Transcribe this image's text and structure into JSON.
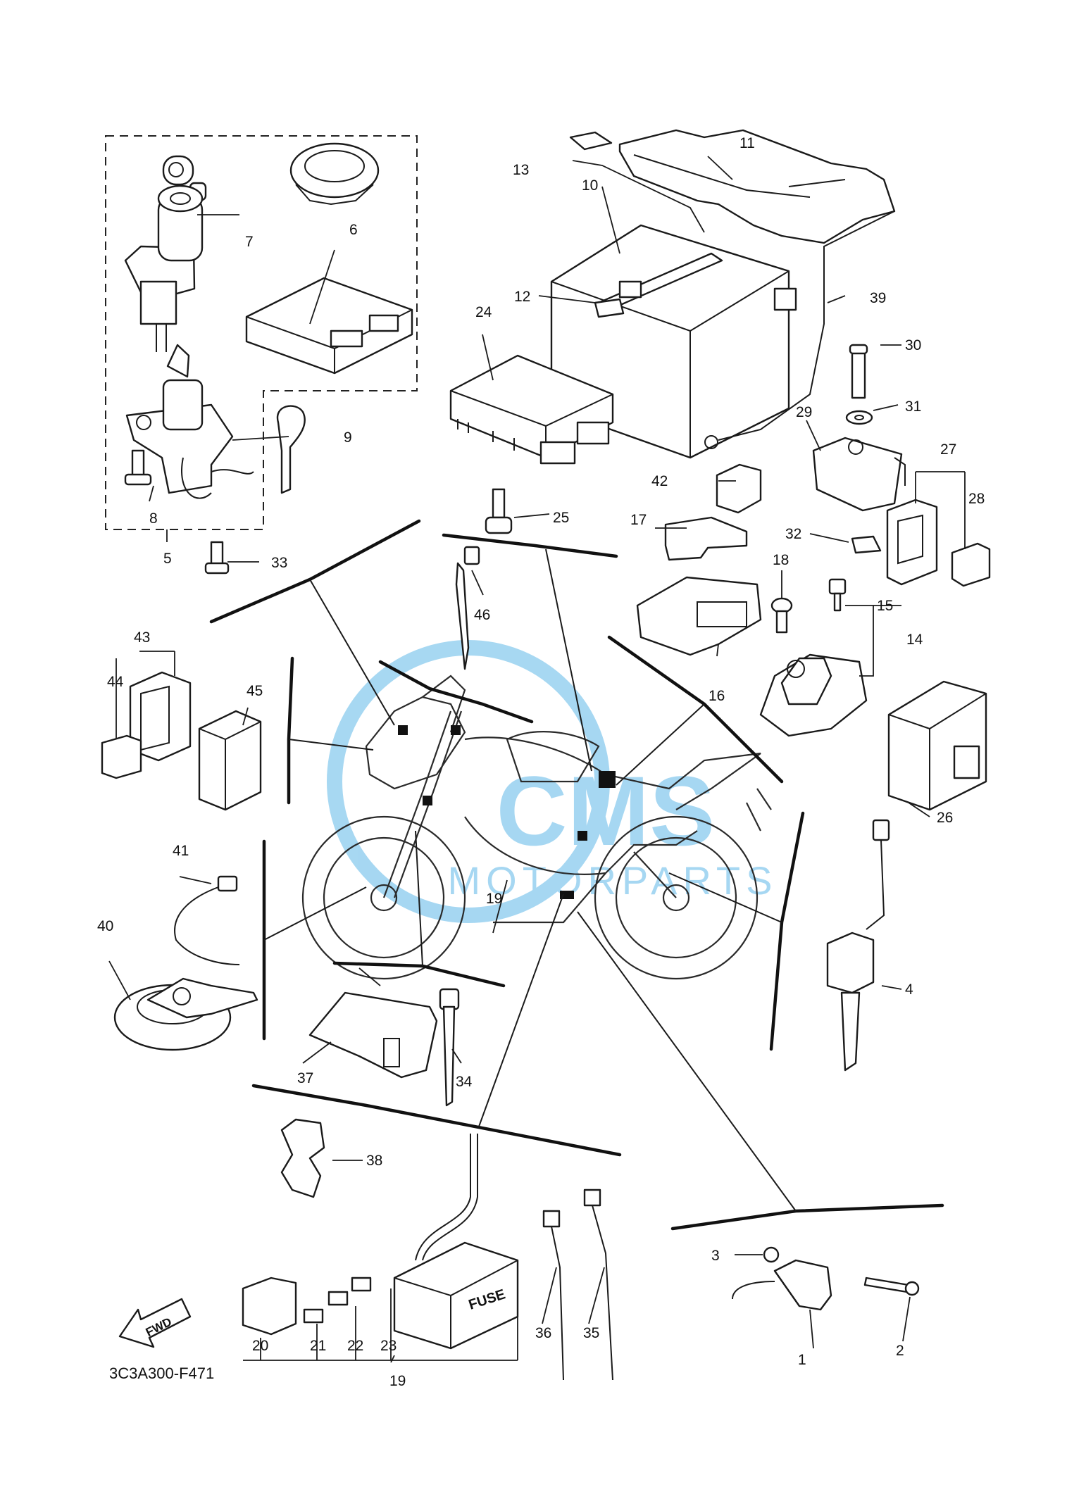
{
  "diagram": {
    "code": "3C3A300-F471",
    "fwd_label": "FWD",
    "fuse_label": "FUSE",
    "watermark": {
      "line1": "CMS",
      "line2": "MOTORPARTS",
      "color": "#5fb8e8"
    },
    "part_numbers": [
      "1",
      "2",
      "3",
      "4",
      "5",
      "6",
      "7",
      "8",
      "9",
      "10",
      "11",
      "12",
      "13",
      "14",
      "15",
      "16",
      "17",
      "18",
      "19",
      "19",
      "20",
      "21",
      "22",
      "23",
      "24",
      "25",
      "26",
      "27",
      "28",
      "29",
      "30",
      "31",
      "32",
      "33",
      "34",
      "35",
      "36",
      "37",
      "38",
      "39",
      "40",
      "41",
      "42",
      "43",
      "44",
      "45",
      "46"
    ]
  }
}
